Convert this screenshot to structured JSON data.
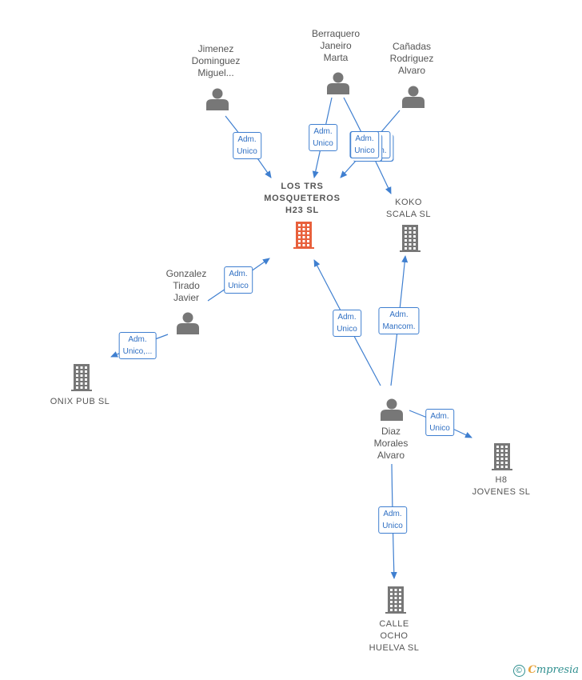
{
  "colors": {
    "edge": "#3f7fd0",
    "person_icon": "#777777",
    "building_icon": "#777777",
    "main_building_icon": "#e8603c",
    "badge_text": "#2f6fc3",
    "label_text": "#555555"
  },
  "nodes": {
    "jimenez": {
      "label": "Jimenez\nDominguez\nMiguel...",
      "icon": "person-icon"
    },
    "berraquero": {
      "label": "Berraquero\nJaneiro\nMarta",
      "icon": "person-icon"
    },
    "canadas": {
      "label": "Cañadas\nRodriguez\nAlvaro",
      "icon": "person-icon"
    },
    "lostrs": {
      "label": "LOS TRS\nMOSQUETEROS\nH23  SL",
      "icon": "building-icon",
      "highlight": true
    },
    "koko": {
      "label": "KOKO\nSCALA  SL",
      "icon": "building-icon"
    },
    "gonzalez": {
      "label": "Gonzalez\nTirado\nJavier",
      "icon": "person-icon"
    },
    "onix": {
      "label": "ONIX PUB  SL",
      "icon": "building-icon"
    },
    "diaz": {
      "label": "Diaz\nMorales\nAlvaro",
      "icon": "person-icon"
    },
    "h8": {
      "label": "H8\nJOVENES  SL",
      "icon": "building-icon"
    },
    "calle": {
      "label": "CALLE\nOCHO\nHUELVA  SL",
      "icon": "building-icon"
    }
  },
  "edges": [
    {
      "from": "jimenez",
      "to": "lostrs",
      "label": "Adm.\nUnico"
    },
    {
      "from": "berraquero",
      "to": "lostrs",
      "label": "Adm.\nUnico"
    },
    {
      "from": "berraquero",
      "to": "koko",
      "label": "Adm.\nMancom."
    },
    {
      "from": "canadas",
      "to": "lostrs",
      "label": "Adm.\nUnico"
    },
    {
      "from": "gonzalez",
      "to": "lostrs",
      "label": "Adm.\nUnico"
    },
    {
      "from": "gonzalez",
      "to": "onix",
      "label": "Adm.\nUnico,..."
    },
    {
      "from": "diaz",
      "to": "lostrs",
      "label": "Adm.\nUnico"
    },
    {
      "from": "diaz",
      "to": "koko",
      "label": "Adm.\nMancom."
    },
    {
      "from": "diaz",
      "to": "h8",
      "label": "Adm.\nUnico"
    },
    {
      "from": "diaz",
      "to": "calle",
      "label": "Adm.\nUnico"
    }
  ],
  "footer": {
    "copyright_symbol": "©",
    "brand_first": "C",
    "brand_rest": "mpresia"
  }
}
